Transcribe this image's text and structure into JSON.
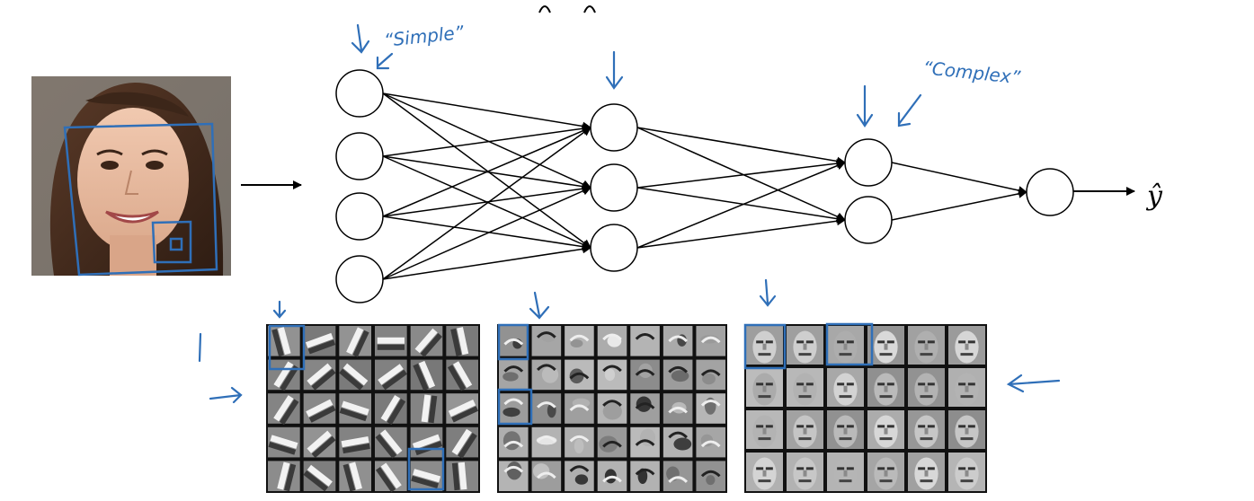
{
  "output_label": "ŷ",
  "annotations": {
    "simple": "“Simple”",
    "complex": "“Complex”"
  },
  "network": {
    "layers": [
      4,
      3,
      2,
      1
    ]
  },
  "feature_panels": [
    {
      "name": "edges",
      "rows": 5,
      "cols": 6
    },
    {
      "name": "face-parts",
      "rows": 5,
      "cols": 7
    },
    {
      "name": "faces",
      "rows": 4,
      "cols": 6
    }
  ],
  "colors": {
    "ink": "#000000",
    "annotation": "#2f6fb8",
    "panel_border": "#000000"
  }
}
